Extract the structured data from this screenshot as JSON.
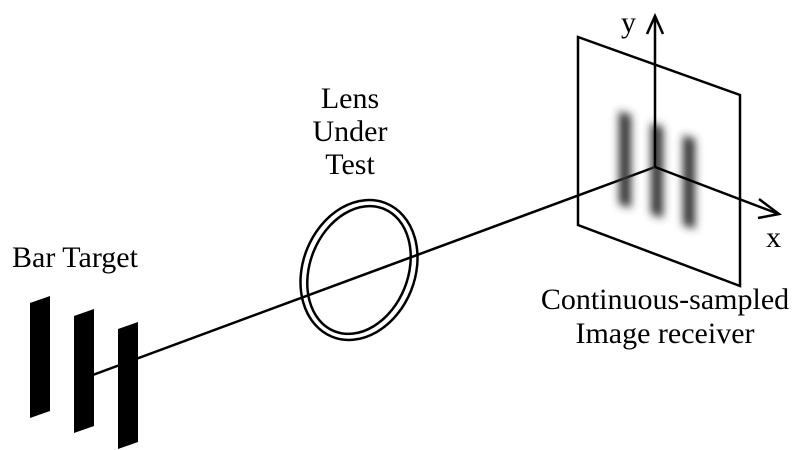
{
  "labels": {
    "bar_target": "Bar Target",
    "lens_line1": "Lens",
    "lens_line2": "Under",
    "lens_line3": "Test",
    "receiver_line1": "Continuous-sampled",
    "receiver_line2": "Image receiver",
    "axis_x": "x",
    "axis_y": "y"
  },
  "colors": {
    "ink": "#000000",
    "background": "#ffffff",
    "blurred_bar": "#333333"
  }
}
